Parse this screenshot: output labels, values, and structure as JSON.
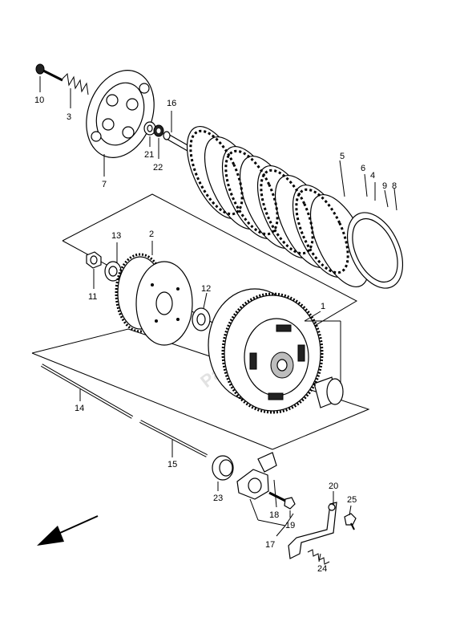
{
  "callouts": {
    "p1": "1",
    "p2": "2",
    "p3": "3",
    "p4": "4",
    "p5": "5",
    "p6": "6",
    "p7": "7",
    "p8": "8",
    "p9": "9",
    "p10": "10",
    "p11": "11",
    "p12": "12",
    "p13": "13",
    "p14": "14",
    "p15": "15",
    "p16": "16",
    "p17": "17",
    "p18": "18",
    "p19": "19",
    "p20": "20",
    "p21": "21",
    "p22": "22",
    "p23": "23",
    "p24": "24",
    "p25": "25"
  },
  "watermark": "PartsRepublik",
  "icons": {
    "direction": "front-direction-arrow"
  }
}
